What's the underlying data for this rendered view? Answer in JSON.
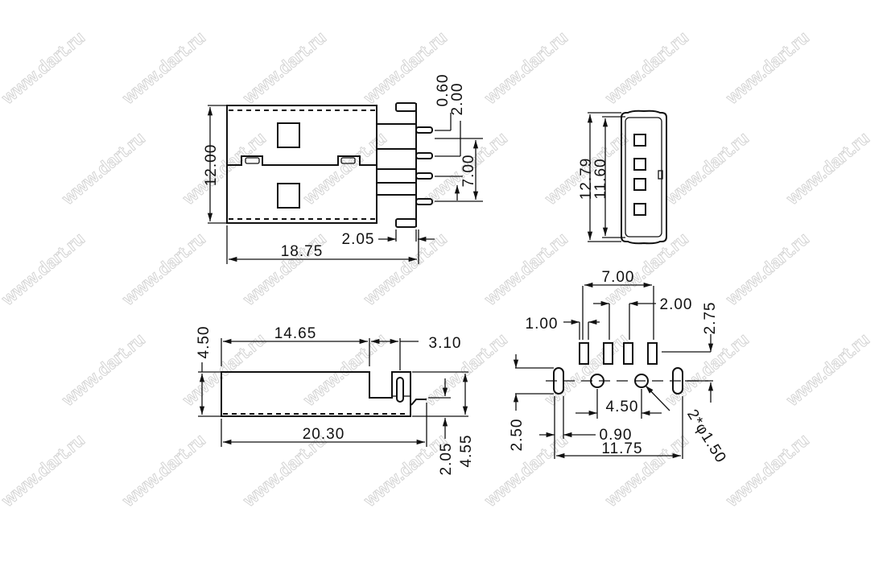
{
  "watermark": "www.dart.ru",
  "top_view": {
    "height": "12.00",
    "length": "18.75",
    "pin_offset": "2.05",
    "pin_width": "0.60",
    "pin_pitch": "2.00",
    "pin_span": "7.00"
  },
  "end_view": {
    "outer_height": "12.79",
    "inner_height": "11.60"
  },
  "side_view": {
    "height": "4.50",
    "body_length": "14.65",
    "tab_length": "3.10",
    "total_length": "20.30",
    "lead_height": "2.05",
    "total_height": "4.55"
  },
  "footprint": {
    "pad_span": "7.00",
    "pad_pitch": "2.00",
    "pad_width": "1.00",
    "pad_offset": "2.75",
    "hole_spacing": "4.50",
    "slot_width": "0.90",
    "slot_span": "11.75",
    "slot_offset": "2.50",
    "hole_note": "2*φ1.50"
  }
}
